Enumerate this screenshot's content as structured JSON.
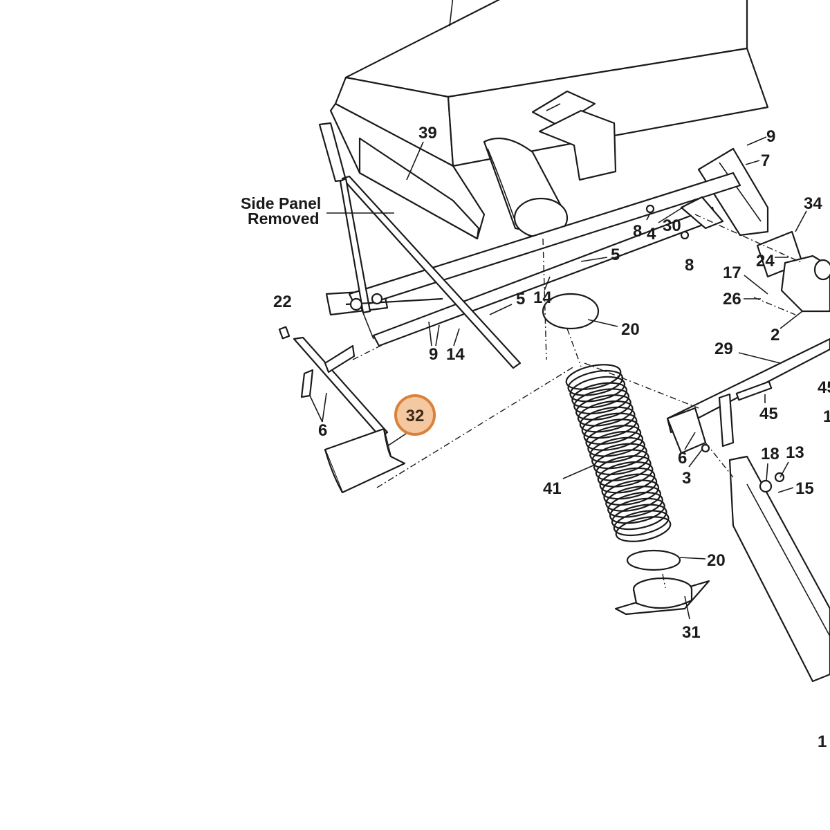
{
  "note": {
    "line1": "Side Panel",
    "line2": "Removed"
  },
  "highlight": {
    "label": "32",
    "ring_color": "#d9823a",
    "fill_color": "#f4c9a2"
  },
  "callouts": {
    "c39": "39",
    "c9a": "9",
    "c7": "7",
    "c34": "34",
    "c8a": "8",
    "c4": "4",
    "c30": "30",
    "c8b": "8",
    "c5a": "5",
    "c24": "24",
    "c17": "17",
    "c26": "26",
    "c22": "22",
    "c5b": "5",
    "c14a": "14",
    "c20a": "20",
    "c2": "2",
    "c9b": "9",
    "c14b": "14",
    "c29": "29",
    "c45a": "45",
    "c45b": "45",
    "c6a": "6",
    "c6b": "6",
    "c3": "3",
    "c18": "18",
    "c13": "13",
    "c15": "15",
    "c41": "41",
    "c20b": "20",
    "c31": "31",
    "c1a": "1",
    "c1b": "1"
  }
}
